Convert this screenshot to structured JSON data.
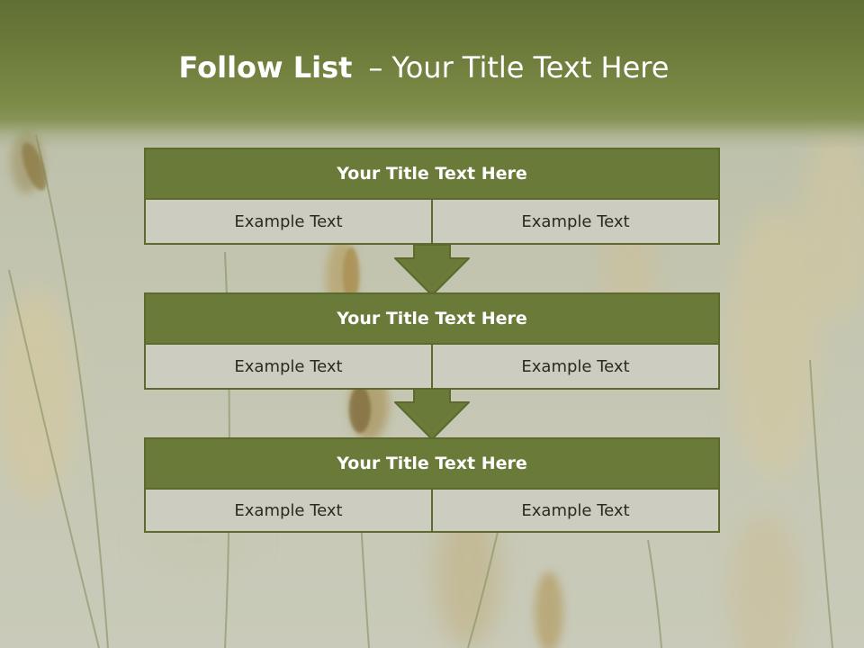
{
  "slide": {
    "title_bold": "Follow List",
    "title_dash": "–",
    "title_rest": "Your Title Text Here"
  },
  "steps": [
    {
      "title": "Your Title Text Here",
      "left": "Example Text",
      "right": "Example Text"
    },
    {
      "title": "Your Title Text Here",
      "left": "Example Text",
      "right": "Example Text"
    },
    {
      "title": "Your Title Text Here",
      "left": "Example Text",
      "right": "Example Text"
    }
  ],
  "colors": {
    "header_green": "#6a7a38",
    "border_green": "#5d6a2e",
    "cell_fill": "#cccdc0",
    "title_text": "#ffffff"
  }
}
